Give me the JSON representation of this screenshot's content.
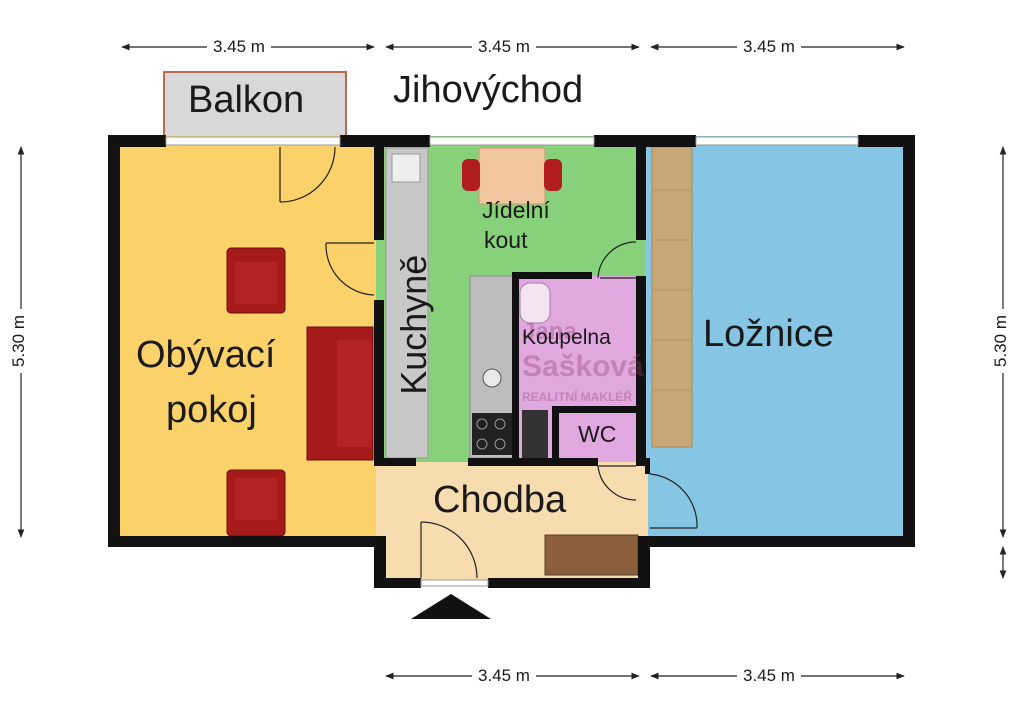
{
  "orientation_label": "Jihovýchod",
  "rooms": {
    "balcony": "Balkon",
    "living_line1": "Obývací",
    "living_line2": "pokoj",
    "kitchen": "Kuchyně",
    "dining_line1": "Jídelní",
    "dining_line2": "kout",
    "bathroom": "Koupelna",
    "wc": "WC",
    "bedroom": "Ložnice",
    "hallway": "Chodba"
  },
  "dimensions": {
    "top": [
      "3.45 m",
      "3.45 m",
      "3.45 m"
    ],
    "bottom": [
      "3.45 m",
      "3.45 m"
    ],
    "left": "5.30 m",
    "right": "5.30 m"
  },
  "watermark": {
    "line1": "Jana",
    "line2": "Sašková",
    "line3": "REALITNÍ MAKLÉŘ"
  },
  "colors": {
    "living": "#fbd26a",
    "kitchen": "#86d17a",
    "bedroom": "#86c6e4",
    "bathroom": "#e1a8e0",
    "hallway": "#f6dcae",
    "balcony": "#d8d8d8",
    "wall": "#111111",
    "furniture": "#a61a1a"
  }
}
